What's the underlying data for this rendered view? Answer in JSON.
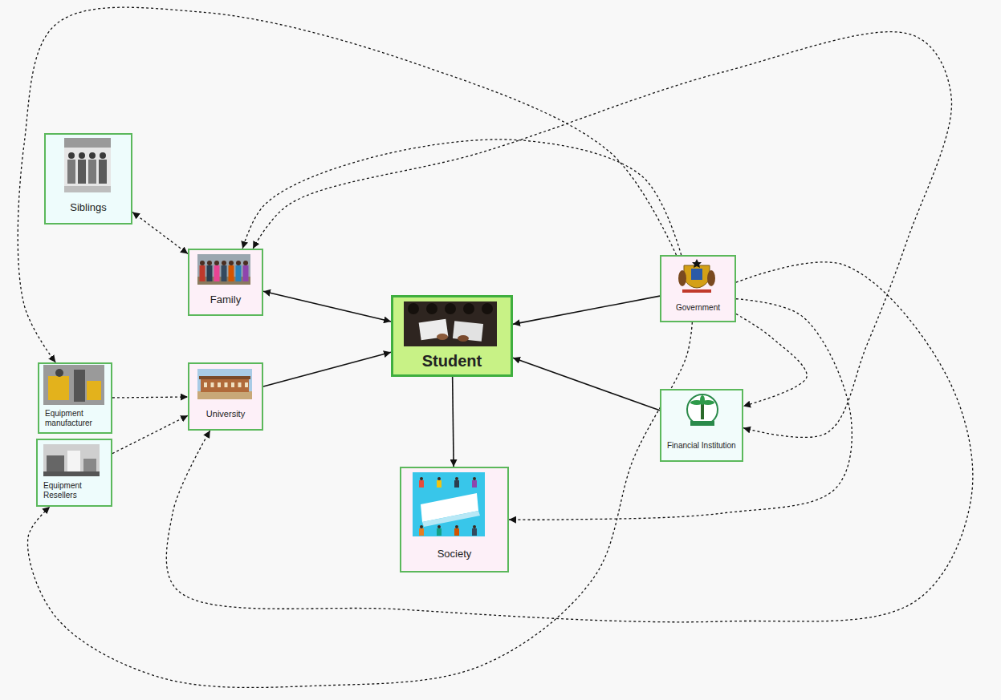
{
  "diagram": {
    "nodes": [
      {
        "text": [
          "Siblings"
        ]
      },
      {
        "text": [
          "Family"
        ]
      },
      {
        "text": [
          "Government"
        ]
      },
      {
        "text": [
          "Student"
        ]
      },
      {
        "text": [
          "Equipment manufacturer"
        ]
      },
      {
        "text": [
          "University"
        ]
      },
      {
        "text": [
          "Financial Institution"
        ]
      },
      {
        "text": [
          "Equipment Resellers"
        ]
      },
      {
        "text": [
          "Society"
        ]
      }
    ],
    "edges": [
      {
        "from": 1,
        "to": 3,
        "arrow": "both"
      },
      {
        "from": 5,
        "to": 3,
        "arrow": "to"
      },
      {
        "from": 2,
        "to": 3,
        "arrow": "to"
      },
      {
        "from": 6,
        "to": 3,
        "arrow": "to"
      },
      {
        "from": 3,
        "to": 8,
        "arrow": "to"
      },
      {
        "from": 0,
        "to": 1,
        "arrow": "both"
      },
      {
        "from": 4,
        "to": 5,
        "arrow": "to"
      },
      {
        "from": 7,
        "to": 5,
        "arrow": "to"
      },
      {
        "from": 2,
        "to": 1,
        "arrow": "to"
      },
      {
        "from": 2,
        "to": 4,
        "arrow": "to"
      },
      {
        "from": 6,
        "to": 1,
        "arrow": "both"
      },
      {
        "from": 2,
        "to": 6,
        "arrow": "to"
      },
      {
        "from": 2,
        "to": 8,
        "arrow": "to"
      },
      {
        "from": 2,
        "to": 5,
        "arrow": "to"
      },
      {
        "from": 2,
        "to": 7,
        "arrow": "to"
      }
    ]
  }
}
